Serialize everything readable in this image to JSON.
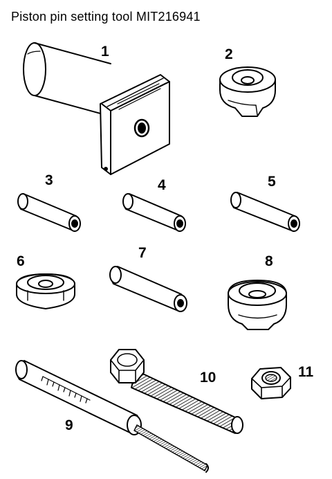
{
  "title": "Piston pin setting tool MIT216941",
  "parts": [
    {
      "label": "1"
    },
    {
      "label": "2"
    },
    {
      "label": "3"
    },
    {
      "label": "4"
    },
    {
      "label": "5"
    },
    {
      "label": "6"
    },
    {
      "label": "7"
    },
    {
      "label": "8"
    },
    {
      "label": "9"
    },
    {
      "label": "10"
    },
    {
      "label": "11"
    }
  ]
}
